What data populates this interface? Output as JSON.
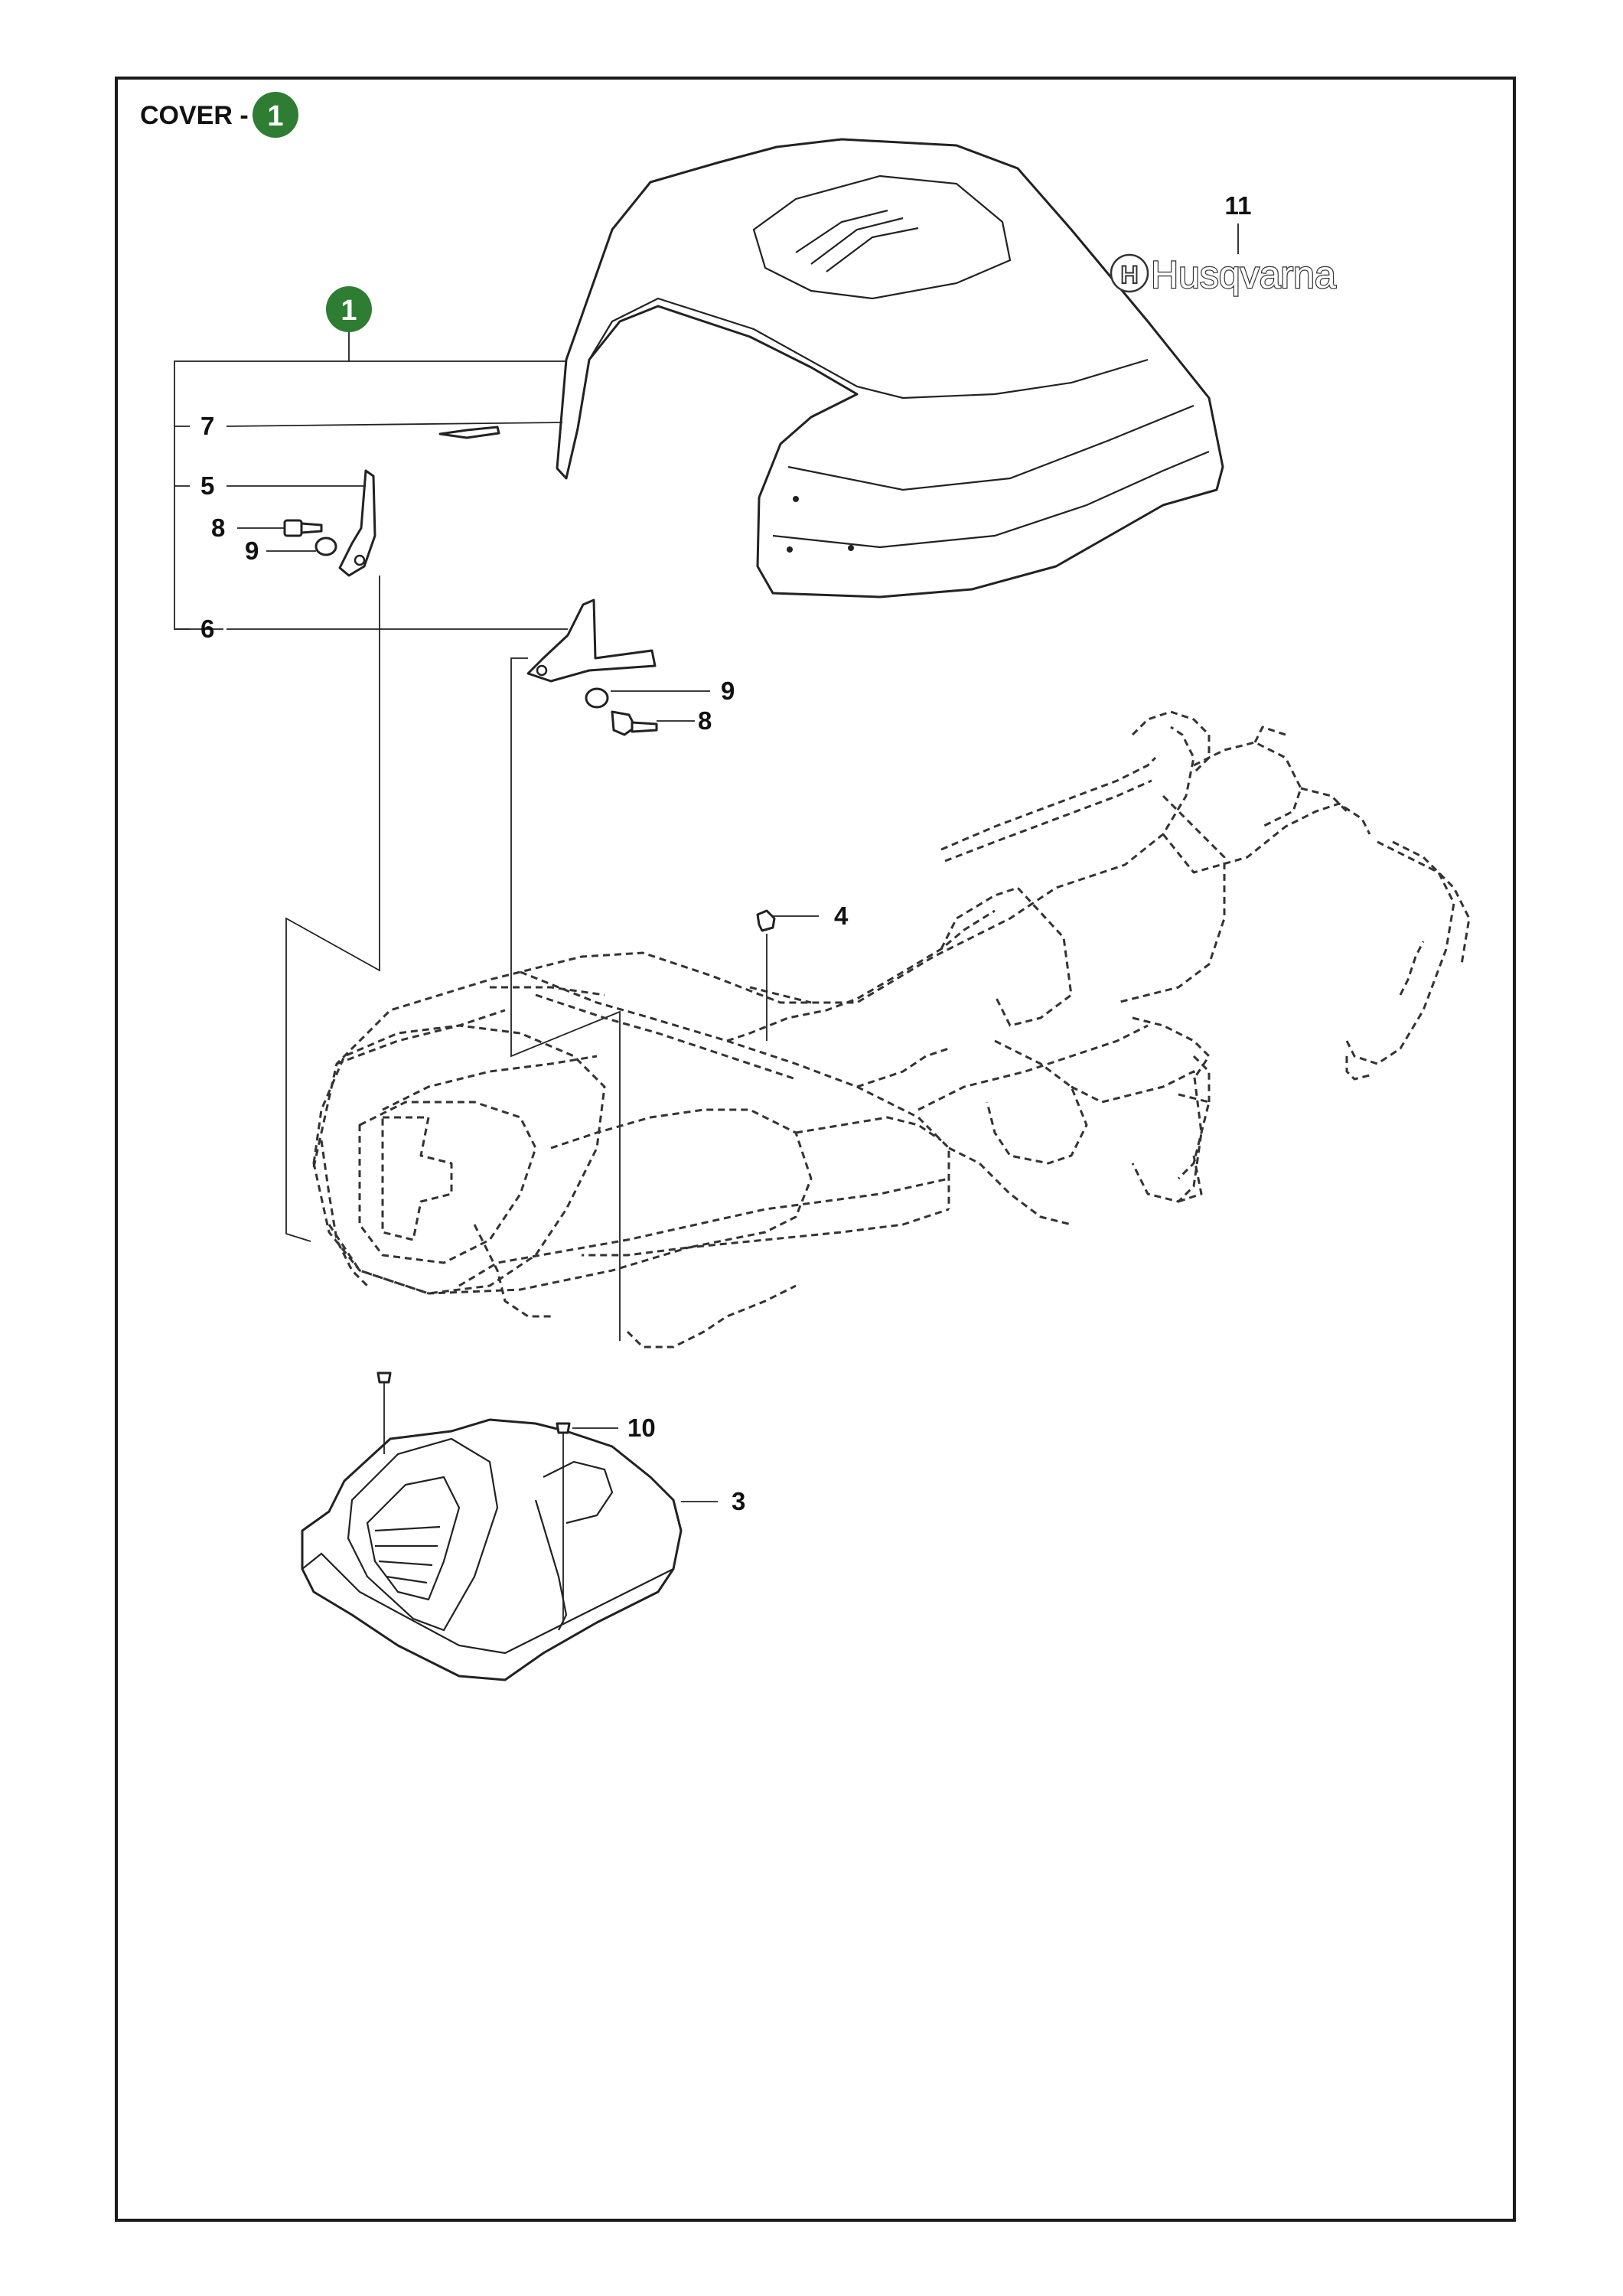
{
  "header": {
    "title": "COVER -",
    "group_number": "1"
  },
  "group_badge": "1",
  "brand_logo": "Husqvarna",
  "callouts": [
    {
      "id": "11",
      "label": "11"
    },
    {
      "id": "7",
      "label": "7"
    },
    {
      "id": "5",
      "label": "5"
    },
    {
      "id": "8a",
      "label": "8"
    },
    {
      "id": "9a",
      "label": "9"
    },
    {
      "id": "6",
      "label": "6"
    },
    {
      "id": "9b",
      "label": "9"
    },
    {
      "id": "8b",
      "label": "8"
    },
    {
      "id": "4",
      "label": "4"
    },
    {
      "id": "10",
      "label": "10"
    },
    {
      "id": "3",
      "label": "3"
    }
  ],
  "colors": {
    "badge": "#2e7d32",
    "line": "#222222"
  }
}
